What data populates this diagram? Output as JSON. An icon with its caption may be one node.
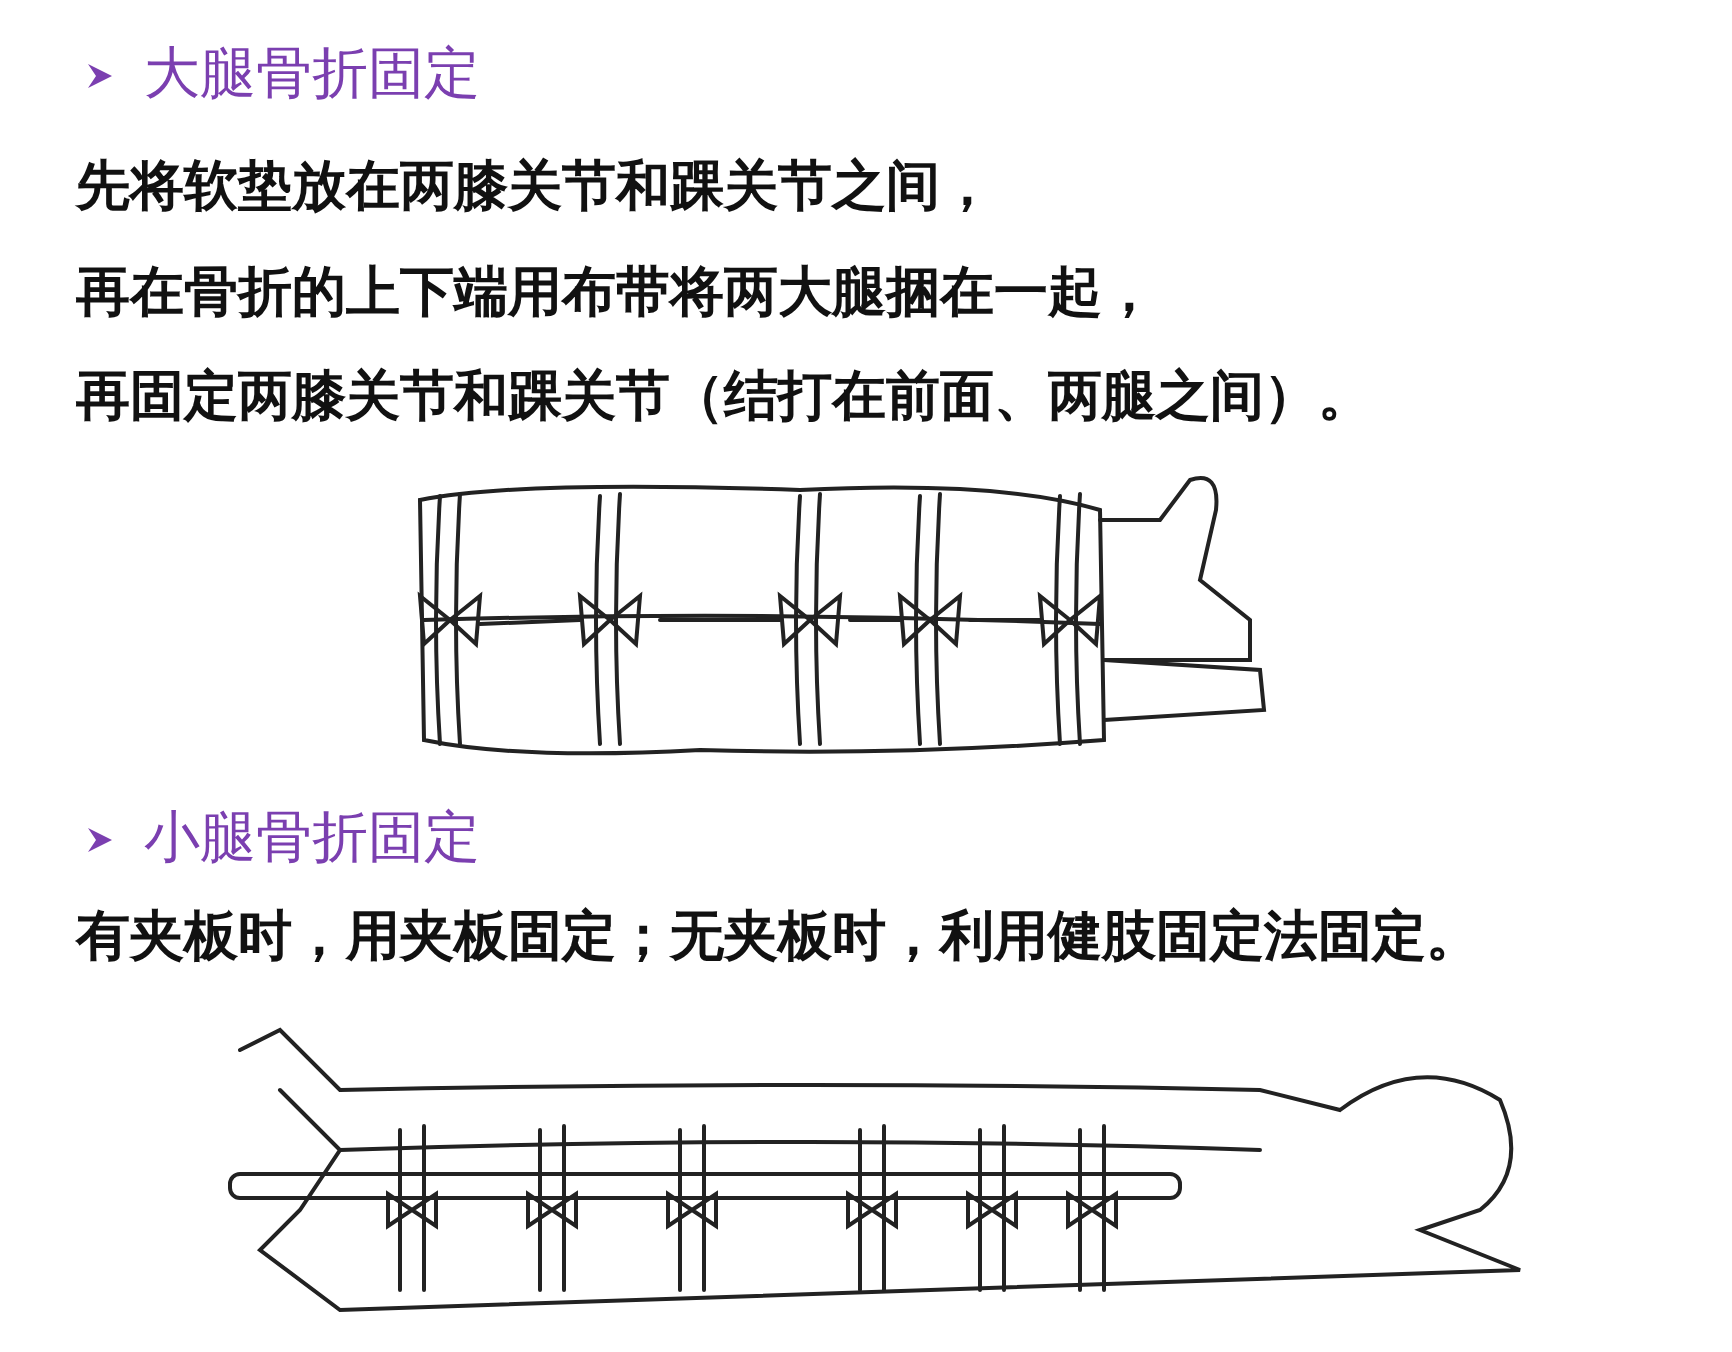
{
  "diagram": {
    "labels": [
      "大腿骨折固定",
      "先将软垫放在两膝关节和踝关节之间，",
      "再在骨折的上下端用布带将两大腿捆在一起，",
      "再固定两膝关节和踝关节（结打在前面、两腿之间）。",
      "小腿骨折固定",
      "有夹板时，用夹板固定；无夹板时，利用健肢固定法固定。"
    ]
  }
}
